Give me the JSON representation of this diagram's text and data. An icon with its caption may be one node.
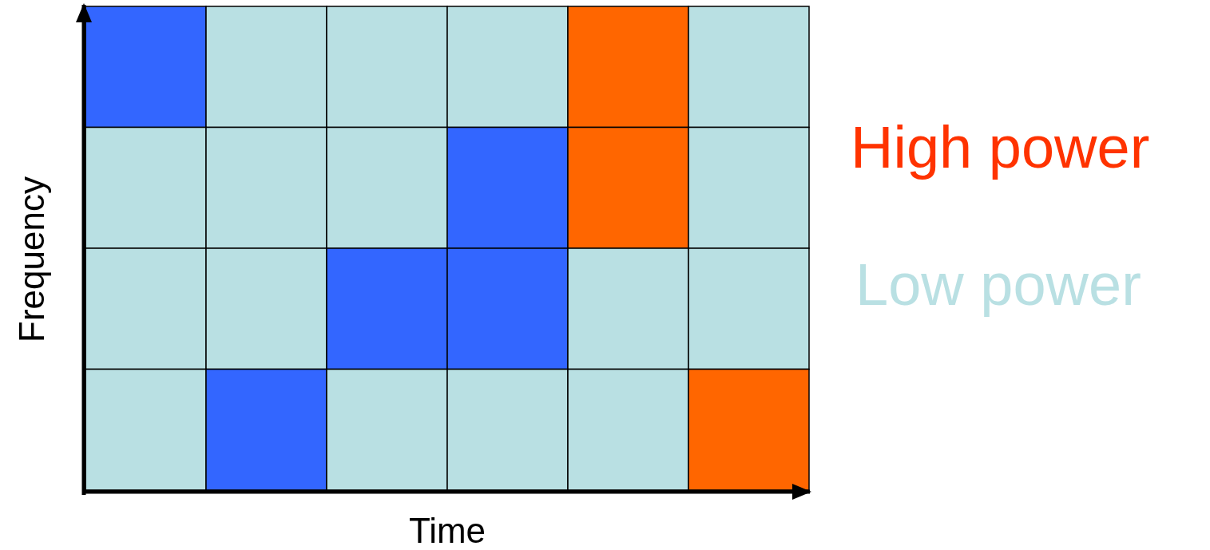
{
  "diagram": {
    "labels": [
      "Frequency",
      "Time"
    ],
    "legend": [
      {
        "text": "High power",
        "color": "#ff3300"
      },
      {
        "text": "Low power",
        "color": "#b9e0e3"
      }
    ]
  }
}
